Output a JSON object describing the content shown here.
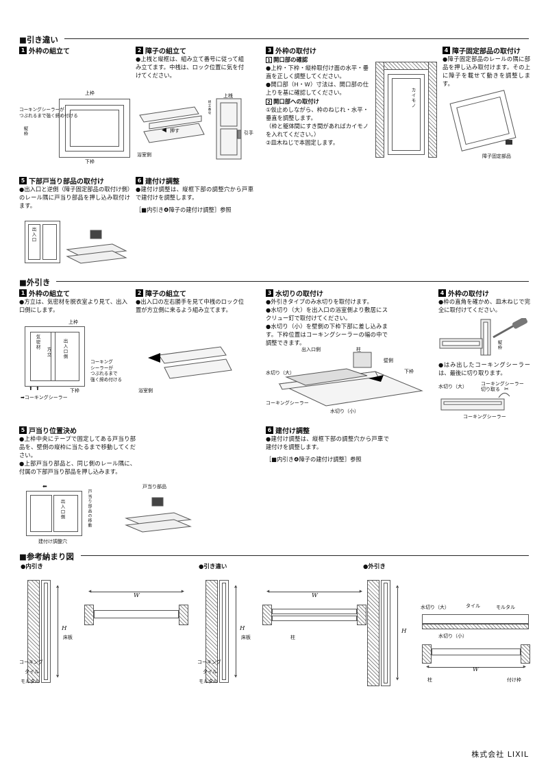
{
  "doc": {
    "footer": "株式会社 LIXIL"
  },
  "icons": {
    "left": "◀",
    "right": "▶",
    "up": "⬆",
    "down": "▼",
    "arrow_r": "➡",
    "arrow_l": "⬅",
    "scissors": "✂"
  },
  "hiki": {
    "title": "■引き違い",
    "s1": {
      "n": "1",
      "t": "外枠の組立て",
      "uwaku": "上枠",
      "shitawaku": "下枠",
      "tatewaku": "縦枠",
      "caulk1": "コーキングシーラーが",
      "caulk2": "つぶれるまで強く締め付ける"
    },
    "s2": {
      "n": "2",
      "t": "障子の組立て",
      "b": "●上桟と縦框は、組み立て番号に従って組み立てます。中桟は、ロック位置に気を付けてください。",
      "osu": "押す",
      "yokushitsu": "浴室側",
      "uwazan": "上桟",
      "hikite": "引手",
      "bango": "組立番号"
    },
    "s3": {
      "n": "3",
      "t": "外枠の取付け",
      "h1n": "1",
      "h1": "開口部の確認",
      "b1": "●上枠・下枠・縦枠取付け面の水平・垂直を正しく調整してください。",
      "b2": "●開口部（H・W）寸法は、開口部の仕上りを基に確認してください。",
      "h2n": "2",
      "h2": "開口部への取付け",
      "b3": "①仮止めしながら、枠のねじれ・水平・垂直を調整します。",
      "b4": "（枠と躯体間にすき間があればカイモノを入れてください。）",
      "b5": "②皿木ねじで本固定します。",
      "kaimono": "カイモノ"
    },
    "s4": {
      "n": "4",
      "t": "障子固定部品の取付け",
      "b": "●障子固定部品のレールの隅に部品を押し込み取付けます。その上に障子を載せて動きを調整します。",
      "lbl": "障子固定部品"
    },
    "s5": {
      "n": "5",
      "t": "下部戸当り部品の取付け",
      "b": "●出入口と逆側（障子固定部品の取付け側）のレール隅に戸当り部品を押し込み取付けます。",
      "deiri": "出入口"
    },
    "s6": {
      "n": "6",
      "t": "建付け調整",
      "b": "●建付け調整は、縦框下部の調整穴から戸車で建付けを調整します。",
      "ref": "［■内引き❹障子の建付け調整］参照"
    }
  },
  "soto": {
    "title": "■外引き",
    "s1": {
      "n": "1",
      "t": "外枠の組立て",
      "b": "●方立は、気密材を脱衣室より見て、出入口側にします。",
      "kimitsu": "気密材",
      "hodate": "方立",
      "uwaku": "上枠",
      "deiri": "出入口側",
      "shitawaku": "下枠",
      "caulk1": "コーキング",
      "caulk2": "シーラーが",
      "caulk3": "つぶれるまで",
      "caulk4": "強く締め付ける",
      "caulk5": "コーキングシーラー"
    },
    "s2": {
      "n": "2",
      "t": "障子の組立て",
      "b": "●出入口の左右勝手を見て中桟のロック位置が方立側に来るよう組み立てます。",
      "yokushitsu": "浴室側"
    },
    "s3": {
      "n": "3",
      "t": "水切りの取付け",
      "b1": "●外引きタイプのみ水切りを取付けます。",
      "b2": "●水切り（大）を出入口の浴室側より敷居にスクリュー釘で取付けてください。",
      "b3": "●水切り（小）を壁側の下枠下部に差し込みます。下枠位置はコーキングシーラーの幅の中で調整できます。",
      "deiri": "出入口側",
      "hashira": "柱",
      "kabe": "壁側",
      "shitawaku": "下枠",
      "mizu_dai": "水切り（大）",
      "caulk": "コーキングシーラー",
      "mizu_sho": "水切り（小）"
    },
    "s4": {
      "n": "4",
      "t": "外枠の取付け",
      "b1": "●枠の直角を確かめ、皿木ねじで完全に取付けてください。",
      "tatewaku": "縦枠",
      "b2": "●はみ出したコーキングシーラーは、最後に切り取ります。",
      "cut1": "コーキングシーラー",
      "cut2": "切り取る",
      "mizu_dai": "水切り（大）",
      "caulk": "コーキングシーラー"
    },
    "s5": {
      "n": "5",
      "t": "戸当り位置決め",
      "b1": "●上枠中央にテープで固定してある戸当り部品を、壁側の縦枠に当たるまで移動してください。",
      "b2": "●上部戸当り部品と、同じ側のレール隅に、付属の下部戸当り部品を押し込みます。",
      "idou": "戸当り部品の移動",
      "deiri": "出入口側",
      "tobuhin": "戸当り部品",
      "ana": "建付け調整穴"
    },
    "s6": {
      "n": "6",
      "t": "建付け調整",
      "b": "●建付け調整は、縦框下部の調整穴から戸車で建付けを調整します。",
      "ref": "［■内引き❹障子の建付け調整］参照"
    }
  },
  "sankou": {
    "title": "■参考納まり図",
    "uchi": {
      "t": "●内引き",
      "yukaita": "床板",
      "caulk": "コーキング",
      "tile": "タイル",
      "mortar": "モルタル",
      "H": "H",
      "W": "W"
    },
    "hiki": {
      "t": "●引き違い",
      "yukaita": "床板",
      "caulk": "コーキング",
      "tile": "タイル",
      "mortar": "モルタル",
      "hashira": "柱",
      "H": "H",
      "W": "W"
    },
    "soto": {
      "t": "●外引き",
      "mizu_dai": "水切り（大）",
      "tile": "タイル",
      "mortar": "モルタル",
      "mizu_sho": "水切り（小）",
      "hashira": "柱",
      "tsukewaku": "付け枠",
      "H": "H",
      "W": "W"
    }
  }
}
